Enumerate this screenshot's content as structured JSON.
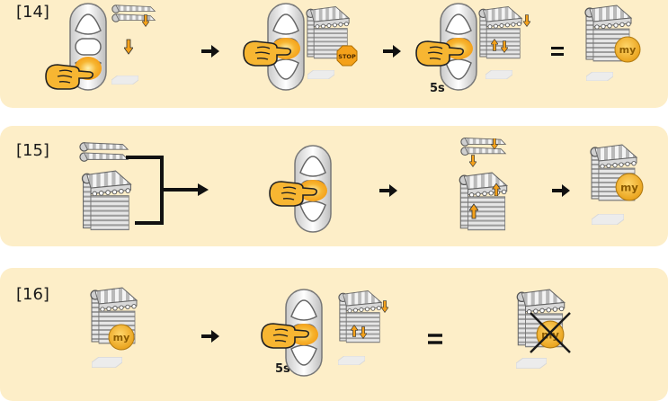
{
  "steps": [
    {
      "label": "[14]",
      "hold_time": "5s"
    },
    {
      "label": "[15]"
    },
    {
      "label": "[16]",
      "hold_time": "5s"
    }
  ],
  "badges": {
    "my": "my",
    "stop": "STOP"
  },
  "colors": {
    "panel": "#fdeec8",
    "hand": "#f7b632",
    "button_glow": "#f4a11a",
    "my_badge": "#f5b52b",
    "cancel_mark": "#1a1a1a"
  },
  "icons": [
    "remote-control-icon",
    "hand-press-icon",
    "awning-icon",
    "arrow-right-icon",
    "equals-icon",
    "my-badge-icon",
    "stop-badge-icon",
    "cancel-cross-icon"
  ]
}
